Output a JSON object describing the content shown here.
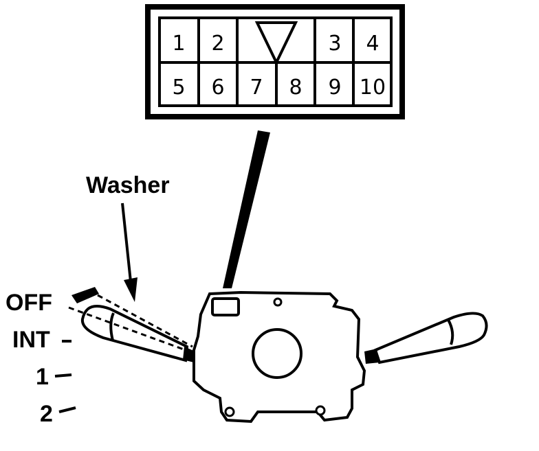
{
  "connector": {
    "pins_top": [
      "1",
      "2",
      "3",
      "4"
    ],
    "pins_bottom": [
      "5",
      "6",
      "7",
      "8",
      "9",
      "10"
    ]
  },
  "labels": {
    "washer": "Washer",
    "off": "OFF",
    "int": "INT",
    "one": "1",
    "two": "2"
  },
  "colors": {
    "ink": "#000000",
    "paper": "#ffffff"
  }
}
